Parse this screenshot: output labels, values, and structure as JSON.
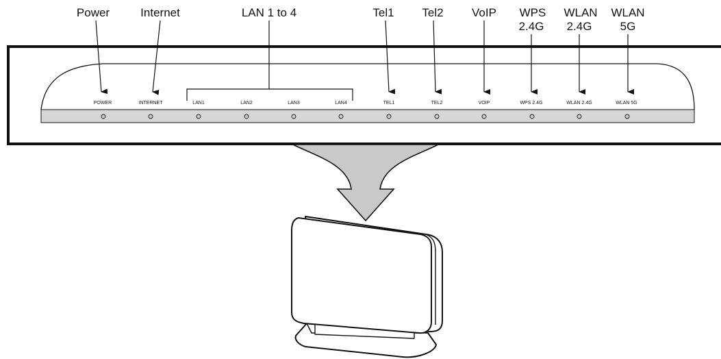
{
  "callouts": {
    "power": "Power",
    "internet": "Internet",
    "lan": "LAN 1 to 4",
    "tel1": "Tel1",
    "tel2": "Tel2",
    "voip": "VoIP",
    "wps_line1": "WPS",
    "wps_line2": "2.4G",
    "wlan24_line1": "WLAN",
    "wlan24_line2": "2.4G",
    "wlan5_line1": "WLAN",
    "wlan5_line2": "5G"
  },
  "panel_labels": {
    "power": "POWER",
    "internet": "INTERNET",
    "lan1": "LAN1",
    "lan2": "LAN2",
    "lan3": "LAN3",
    "lan4": "LAN4",
    "tel1": "TEL1",
    "tel2": "TEL2",
    "voip": "VOIP",
    "wps": "WPS 2.4G",
    "wlan24": "WLAN 2.4G",
    "wlan5": "WLAN 5G"
  },
  "icons": {
    "led": "led-indicator-icon",
    "arrow": "down-arrow-icon",
    "device": "router-device-icon"
  },
  "colors": {
    "line": "#111111",
    "panel_strip": "#d6d6d6",
    "arrow_fill": "#c9c9c9",
    "led_fill": "#cfcfcf"
  }
}
